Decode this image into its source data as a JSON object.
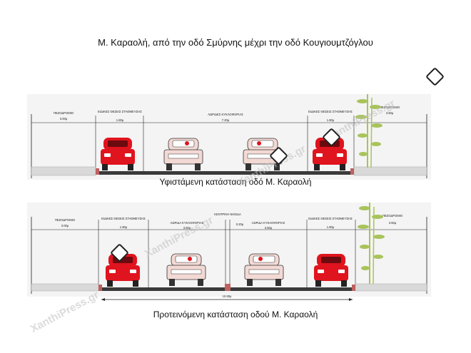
{
  "title": "Μ. Καραολή, από την οδό Σμύρνης μέχρι την οδό Κουγιουμτζόγλου",
  "watermark": "XanthiPress.gr",
  "colors": {
    "parked_car": "#e0141e",
    "moving_car": "#f3d9d4",
    "roadway": "#3a3a3a",
    "sidewalk": "#d9d9d9",
    "tree": "#a8c35a"
  },
  "current": {
    "caption": "Υφιστάμενη κατάσταση οδό Μ. Καραολή",
    "labels": {
      "sidewalk_left": "ΠΕΖΟΔΡΟΜΙΟ",
      "sidewalk_left_width": "3.00μ",
      "parking_left": "ΕΙΔΙΚΕΣ ΘΕΣΕΙΣ ΣΤΑΘΜΕΥΣΗΣ",
      "parking_left_width": "1.80μ",
      "traffic_lane": "ΛΩΡΙΔΕΣ ΚΥΚΛΟΦΟΡΙΑΣ",
      "traffic_lane_width": "7.20μ",
      "parking_right": "ΕΙΔΙΚΕΣ ΘΕΣΕΙΣ ΣΤΑΘΜΕΥΣΗΣ",
      "parking_right_width": "1.80μ",
      "sidewalk_right": "ΠΕΖΟΔΡΟΜΙΟ",
      "sidewalk_right_width": "3.50μ"
    }
  },
  "proposed": {
    "caption": "Προτεινόμενη κατάσταση οδού Μ. Καραολή",
    "labels": {
      "sidewalk_left": "ΠΕΖΟΔΡΟΜΙΟ",
      "sidewalk_left_width": "3.00μ",
      "parking_left": "ΕΙΔΙΚΕΣ ΘΕΣΕΙΣ ΣΤΑΘΜΕΥΣΗΣ",
      "parking_left_width": "1.80μ",
      "lane_left": "ΛΩΡΙΔΑ ΚΥΚΛΟΦΟΡΙΑΣ",
      "lane_left_width": "3.50μ",
      "median": "ΚΕΝΤΡΙΚΗ ΝΗΣΙΔΑ",
      "median_width": "0.20μ",
      "lane_right": "ΛΩΡΙΔΑ ΚΥΚΛΟΦΟΡΙΑΣ",
      "lane_right_width": "3.50μ",
      "parking_right": "ΕΙΔΙΚΕΣ ΘΕΣΕΙΣ ΣΤΑΘΜΕΥΣΗΣ",
      "parking_right_width": "1.80μ",
      "sidewalk_right": "ΠΕΖΟΔΡΟΜΙΟ",
      "sidewalk_right_width": "3.50μ",
      "total_width": "10.80μ"
    }
  }
}
